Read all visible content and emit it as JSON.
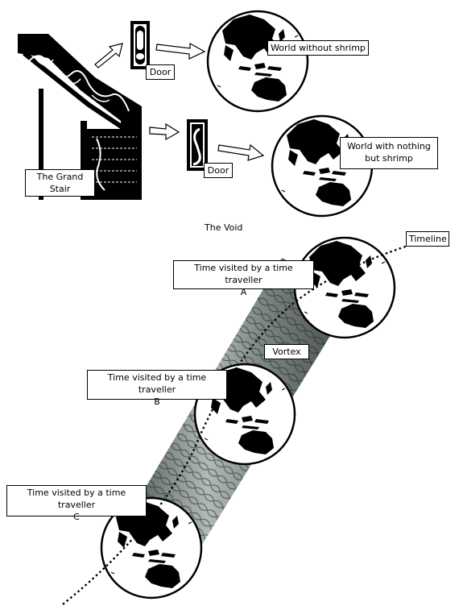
{
  "labels": {
    "grand_stair": "The Grand Stair",
    "door_top": "Door",
    "door_bottom": "Door",
    "world_without": "World without shrimp",
    "world_with_line1": "World with nothing",
    "world_with_line2": "but shrimp",
    "the_void": "The Void",
    "timeline": "Timeline",
    "vortex": "Vortex",
    "visit_a_line1": "Time visited by a time traveller",
    "visit_a_line2": "A",
    "visit_b_line1": "Time visited by a time traveller",
    "visit_b_line2": "B",
    "visit_c_line1": "Time visited by a time traveller",
    "visit_c_line2": "C"
  },
  "icons": [
    "staircase-icon",
    "door-icon",
    "door-s-icon",
    "globe-icon",
    "arrow-icon",
    "vortex-tube-icon",
    "timeline-curve"
  ],
  "colors": {
    "ink": "#000000",
    "paper": "#ffffff",
    "vortex": "#7b8a88"
  }
}
